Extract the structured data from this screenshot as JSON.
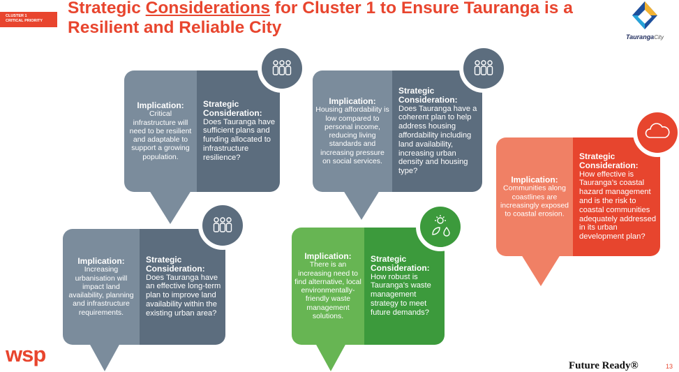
{
  "badge": {
    "line1": "CLUSTER 1",
    "line2": "CRITICAL PRIORITY"
  },
  "title": {
    "part1": "Strategic ",
    "underlined": "Considerations",
    "part2": " for Cluster 1 to Ensure Tauranga is a Resilient and Reliable City"
  },
  "logo": {
    "name": "Tauranga",
    "suffix": "City"
  },
  "colors": {
    "slate_left": "#7b8c9c",
    "slate_right": "#5c6d7e",
    "green_left": "#67b553",
    "green_right": "#3c9a3c",
    "coral_left": "#f08065",
    "coral_right": "#e7452e",
    "accent": "#e8452e"
  },
  "cards": [
    {
      "implication_heading": "Implication:",
      "implication_text": "Critical infrastructure will need to be resilient and adaptable to support a growing population.",
      "consideration_heading": "Strategic Consideration:",
      "consideration_text": "Does Tauranga have sufficient plans and funding allocated to infrastructure resilience?",
      "icon": "people-group-icon"
    },
    {
      "implication_heading": "Implication:",
      "implication_text": "Housing affordability is low compared to personal income, reducing living standards and increasing pressure on social services.",
      "consideration_heading": "Strategic Consideration:",
      "consideration_text": "Does Tauranga have a coherent plan to help address housing affordability including land availability, increasing urban density and housing type?",
      "icon": "people-group-icon"
    },
    {
      "implication_heading": "Implication:",
      "implication_text": "Communities along coastlines are increasingly exposed to coastal erosion.",
      "consideration_heading": "Strategic Consideration:",
      "consideration_text": "How effective is Tauranga’s coastal hazard management and is the risk to coastal communities adequately addressed in its urban development plan?",
      "icon": "cloud-icon"
    },
    {
      "implication_heading": "Implication:",
      "implication_text": "Increasing urbanisation will impact land availability, planning and infrastructure requirements.",
      "consideration_heading": "Strategic Consideration:",
      "consideration_text": "Does Tauranga have an effective long-term plan to improve land availability within the existing urban area?",
      "icon": "people-group-icon"
    },
    {
      "implication_heading": "Implication:",
      "implication_text": "There is an increasing need to find alternative, local environmentally-friendly waste management solutions.",
      "consideration_heading": "Strategic Consideration:",
      "consideration_text": "How robust is Tauranga’s waste management strategy to meet future demands?",
      "icon": "environment-icon"
    }
  ],
  "footer": {
    "brand": "Future Ready®",
    "page": "13",
    "wsp": "wsp"
  }
}
